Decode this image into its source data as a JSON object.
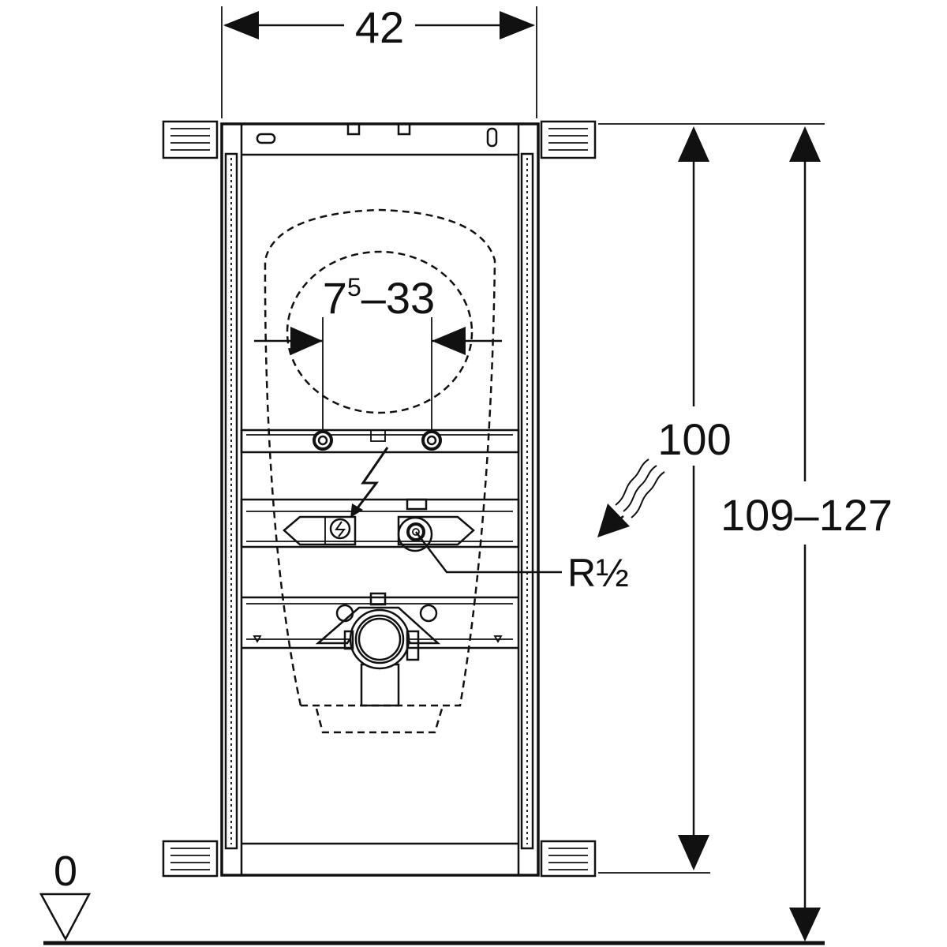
{
  "dimensions": {
    "width": "42",
    "height_frame": "100",
    "height_total": "109–127",
    "spacing_base": "7",
    "spacing_sup": "5",
    "spacing_rest": "–33",
    "thread": "R½",
    "floor_level": "0"
  },
  "icons": [
    "electrical-connection-icon",
    "water-supply-icon",
    "floor-level-marker-icon"
  ]
}
